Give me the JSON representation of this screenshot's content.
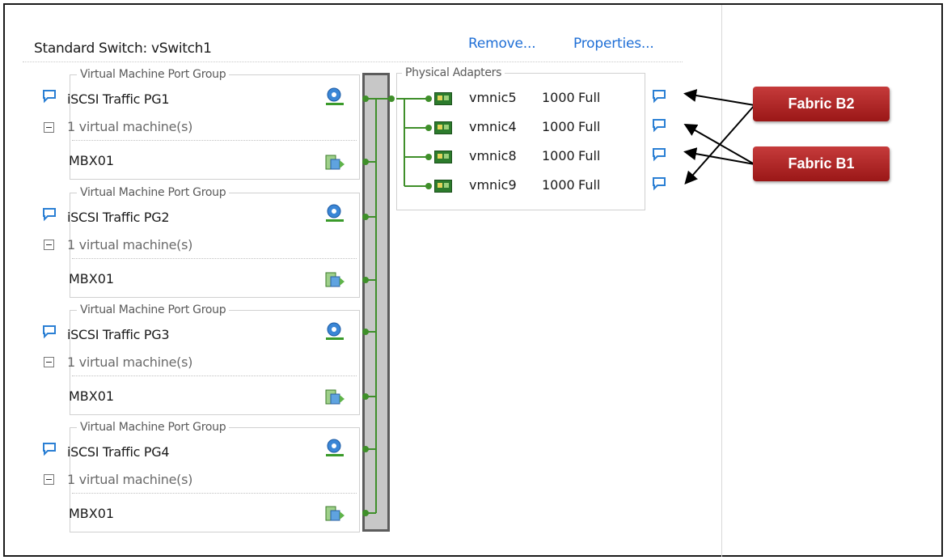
{
  "switch": {
    "title": "Standard Switch: vSwitch1",
    "remove_label": "Remove...",
    "properties_label": "Properties..."
  },
  "port_groups": [
    {
      "legend": "Virtual Machine Port Group",
      "name": "iSCSI Traffic PG1",
      "vm_count": "1 virtual machine(s)",
      "vm": "MBX01"
    },
    {
      "legend": "Virtual Machine Port Group",
      "name": "iSCSI Traffic PG2",
      "vm_count": "1 virtual machine(s)",
      "vm": "MBX01"
    },
    {
      "legend": "Virtual Machine Port Group",
      "name": "iSCSI Traffic PG3",
      "vm_count": "1 virtual machine(s)",
      "vm": "MBX01"
    },
    {
      "legend": "Virtual Machine Port Group",
      "name": "iSCSI Traffic PG4",
      "vm_count": "1 virtual machine(s)",
      "vm": "MBX01"
    }
  ],
  "physical_adapters": {
    "legend": "Physical Adapters",
    "nics": [
      {
        "name": "vmnic5",
        "speed": "1000",
        "duplex": "Full"
      },
      {
        "name": "vmnic4",
        "speed": "1000",
        "duplex": "Full"
      },
      {
        "name": "vmnic8",
        "speed": "1000",
        "duplex": "Full"
      },
      {
        "name": "vmnic9",
        "speed": "1000",
        "duplex": "Full"
      }
    ]
  },
  "callouts": {
    "fabric_b2": "Fabric B2",
    "fabric_b1": "Fabric B1"
  },
  "icons": {
    "speech": "speech-bubble-icon",
    "collapse": "collapse-minus-icon",
    "network": "network-globe-icon",
    "vm": "virtual-machine-icon",
    "nic": "nic-card-icon"
  },
  "colors": {
    "link": "#1f6fd6",
    "connector": "#3f8f2a",
    "callout": "#b32525",
    "speech_icon": "#2a7fd4"
  }
}
